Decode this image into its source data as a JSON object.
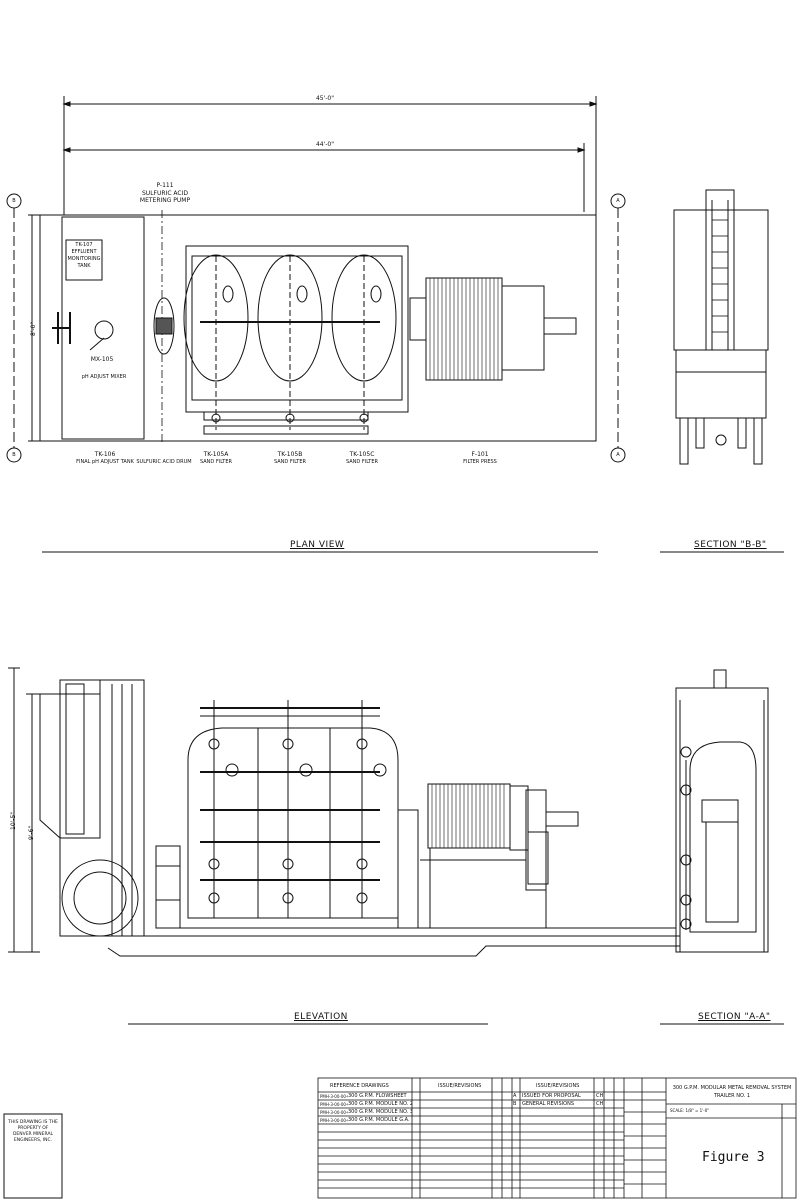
{
  "dimensions": {
    "overall": "45'-0\"",
    "inner": "44'-0\"",
    "width_plan": "8'-0\"",
    "height_total": "10'-5\"",
    "height_inner": "9'-6\""
  },
  "section_marks": {
    "a": "A",
    "b": "B"
  },
  "plan": {
    "title": "PLAN VIEW",
    "pump_tag": "P-111",
    "pump_desc1": "SULFURIC ACID",
    "pump_desc2": "METERING PUMP",
    "tank_tag": "TK-107",
    "tank_desc1": "EFFLUENT",
    "tank_desc2": "MONITORING",
    "tank_desc3": "TANK",
    "mixer_tag": "MX-105",
    "mixer_desc": "pH ADJUST MIXER",
    "equipment": [
      {
        "tag": "TK-106",
        "desc": "FINAL pH ADJUST TANK"
      },
      {
        "tag": "",
        "desc": "SULFURIC ACID DRUM"
      },
      {
        "tag": "TK-105A",
        "desc": "SAND FILTER"
      },
      {
        "tag": "TK-105B",
        "desc": "SAND FILTER"
      },
      {
        "tag": "TK-105C",
        "desc": "SAND FILTER"
      },
      {
        "tag": "F-101",
        "desc": "FILTER PRESS"
      }
    ]
  },
  "section_b": {
    "title": "SECTION \"B-B\""
  },
  "elevation": {
    "title": "ELEVATION"
  },
  "section_a": {
    "title": "SECTION \"A-A\""
  },
  "note_box": {
    "lines": [
      "THIS DRAWING IS THE",
      "PROPERTY OF",
      "DENVER MINERAL",
      "ENGINEERS, INC."
    ]
  },
  "title_block": {
    "ref_header": "REFERENCE DRAWINGS",
    "issue_header": "ISSUE/REVISIONS",
    "references": [
      {
        "no": "PMH-3-00-00-03",
        "desc": "300 G.P.M. FLOWSHEET"
      },
      {
        "no": "PMH-3-00-00-02",
        "desc": "300 G.P.M. MODULE NO. 2"
      },
      {
        "no": "PMH-3-00-00-03",
        "desc": "300 G.P.M. MODULE NO. 3"
      },
      {
        "no": "PMH-3-00-00-04",
        "desc": "300 G.P.M. MODULE G.A."
      }
    ],
    "revisions": [
      {
        "no": "A",
        "desc": "ISSUED FOR PROPOSAL",
        "by": "CH"
      },
      {
        "no": "B",
        "desc": "GENERAL REVISIONS",
        "by": "CH"
      }
    ],
    "project_line1": "300 G.P.M. MODULAR METAL REMOVAL SYSTEM",
    "project_line2": "TRAILER NO. 1",
    "figure": "Figure 3",
    "scale": "SCALE: 1/8\" = 1'-0\""
  }
}
